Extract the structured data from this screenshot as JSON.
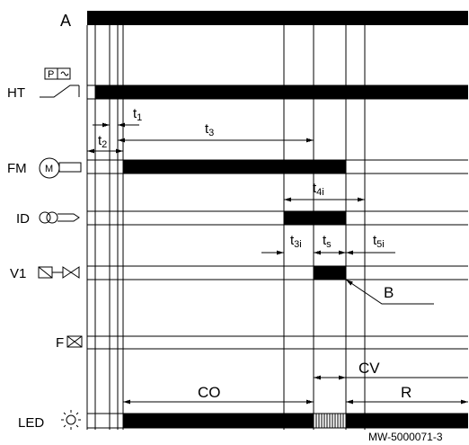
{
  "labels": {
    "top": "A",
    "rows": {
      "ht": "HT",
      "fm": "FM",
      "id": "ID",
      "v1": "V1",
      "f": "F",
      "led": "LED"
    },
    "icons": {
      "pressure_switch_p": "P",
      "fan_motor_m": "M"
    }
  },
  "timings": {
    "t1": {
      "base": "t",
      "sub": "1"
    },
    "t2": {
      "base": "t",
      "sub": "2"
    },
    "t3": {
      "base": "t",
      "sub": "3"
    },
    "t4i": {
      "base": "t",
      "sub": "4i"
    },
    "t3i": {
      "base": "t",
      "sub": "3i"
    },
    "ts": {
      "base": "t",
      "sub": "s"
    },
    "t5i": {
      "base": "t",
      "sub": "5i"
    }
  },
  "annotations": {
    "b": "B",
    "cv": "CV",
    "co": "CO",
    "r": "R"
  },
  "reference": "MW-5000071-3",
  "icon_names": [
    "thermostat-switch-icon",
    "fan-motor-icon",
    "ionisation-electrode-icon",
    "gas-valve-icon",
    "flame-icon",
    "led-sun-icon"
  ]
}
